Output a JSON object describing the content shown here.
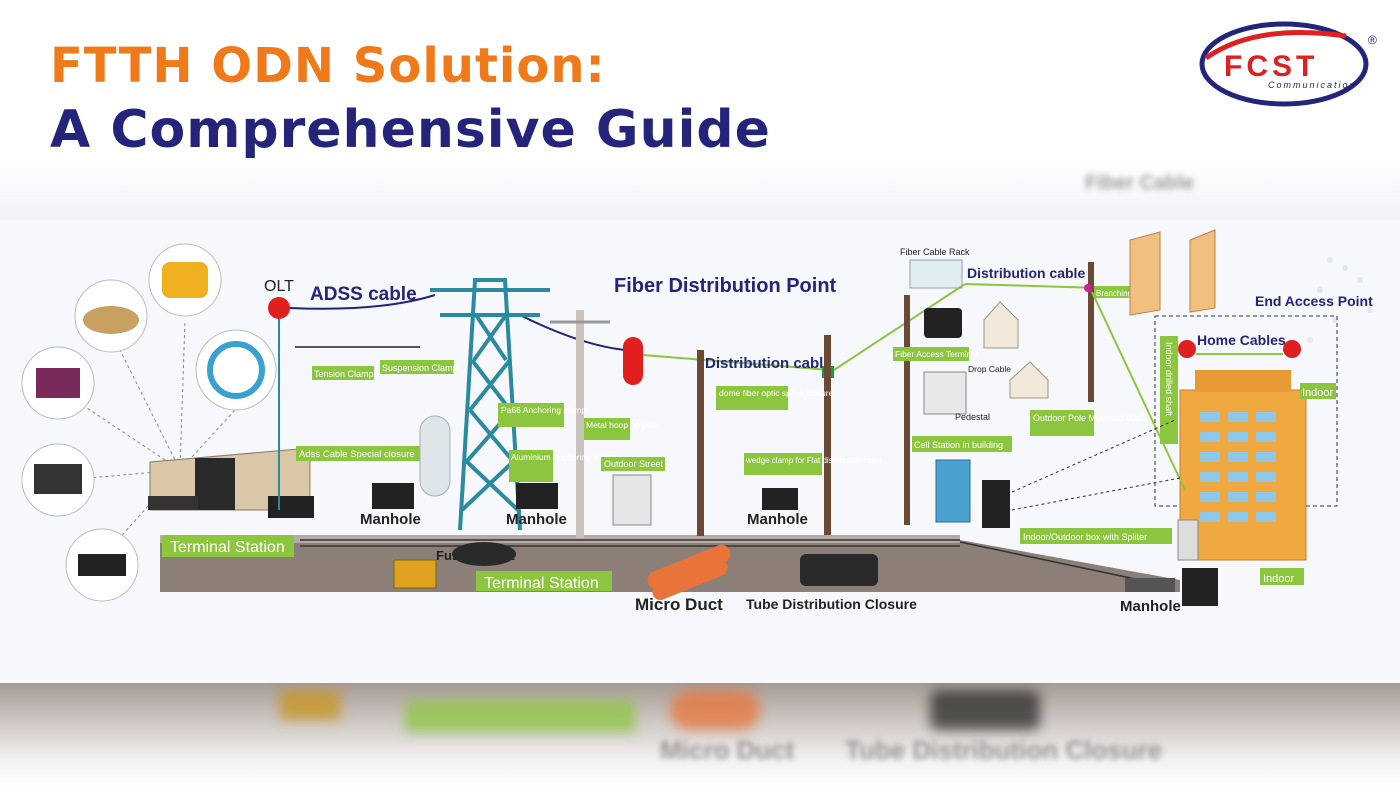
{
  "title": {
    "line1": "FTTH ODN Solution:",
    "line2": "A Comprehensive Guide"
  },
  "logo": {
    "name": "FCST",
    "sub": "Communication",
    "mark": "®"
  },
  "colors": {
    "orange": "#f07a1a",
    "navy": "#23247a",
    "green_label": "#8cc63f",
    "ground": "#8c7f78",
    "tower": "#2a8aa0",
    "red_node": "#e01f1f"
  },
  "labels": {
    "olt": "OLT",
    "adss_cable": "ADSS cable",
    "fiber_distribution_point": "Fiber Distribution Point",
    "distribution_cable_mid": "Distribution cable",
    "distribution_cable_top": "Distribution cable",
    "fiber_cable_rack": "Fiber Cable Rack",
    "end_access_point": "End Access Point",
    "home_cables": "Home Cables",
    "branching": "Branching",
    "indoor_drilled_shaft": "Indoor drilled shaft",
    "indoor_top": "Indoor",
    "indoor_bottom": "Indoor",
    "tension_clamp": "Tension Clamp",
    "suspension_clamp": "Suspension Clamp",
    "adss_special_closure": "Adss Cable Special closure",
    "pa66_clamp": "Pa66 Anchoring clamp",
    "aluminium_clamp": "Aluminium Anchoring clamp",
    "metal_hoop": "Metal hoop on pole",
    "outdoor_street": "Outdoor Street",
    "dome_closure": "dome fiber optic splice closure",
    "wedge_clamp": "wedge clamp for Flat distribution cable",
    "fiber_access_terminal": "Fiber Access Terminal",
    "drop_cable": "Drop Cable",
    "pedestal": "Pedestal",
    "outdoor_pole": "Outdoor Pole Mounted Wall",
    "cell_station": "Cell Station in building",
    "indoor_outdoor_box": "Indoor/Outdoor box with Spliter",
    "manhole1": "Manhole",
    "manhole2": "Manhole",
    "manhole3": "Manhole",
    "manhole4": "Manhole",
    "terminal_station_1": "Terminal Station",
    "terminal_station_2": "Terminal Station",
    "fusion_point": "Fusion Point",
    "micro_duct": "Micro Duct",
    "tube_closure": "Tube Distribution Closure"
  },
  "blurred_footer": {
    "left": "Micro Duct",
    "right": "Tube Distribution Closure"
  },
  "blurred_header": {
    "text": "Fiber Cable"
  }
}
